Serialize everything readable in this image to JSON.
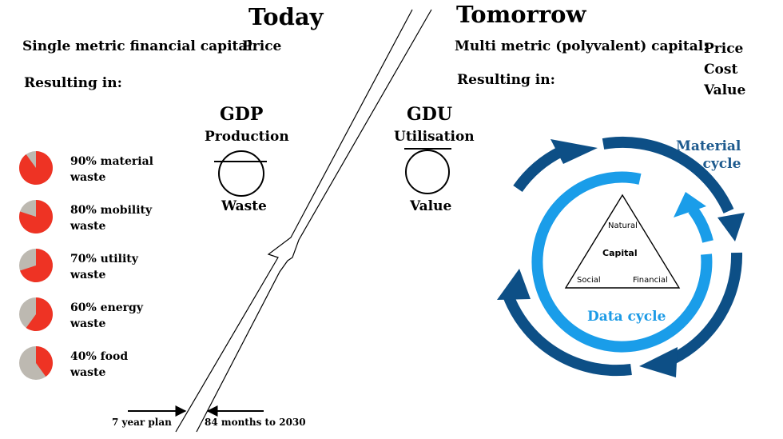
{
  "today": {
    "title": "Today",
    "metric_label": "Single metric financial capital:",
    "metric_value": "Price",
    "resulting": "Resulting in:",
    "gdp": {
      "title": "GDP",
      "top": "Production",
      "bottom": "Waste"
    },
    "wastes": [
      {
        "label": "90% material",
        "label2": "waste",
        "value": 90
      },
      {
        "label": "80% mobility",
        "label2": "waste",
        "value": 80
      },
      {
        "label": "70% utility",
        "label2": "waste",
        "value": 70
      },
      {
        "label": "60% energy",
        "label2": "waste",
        "value": 60
      },
      {
        "label": "40% food",
        "label2": "waste",
        "value": 40
      }
    ],
    "plan_label": "7 year plan",
    "months_label": "84 months to 2030"
  },
  "tomorrow": {
    "title": "Tomorrow",
    "metric_label": "Multi metric (polyvalent) capital:",
    "metric_values": [
      "Price",
      "Cost",
      "Value"
    ],
    "resulting": "Resulting in:",
    "gdu": {
      "title": "GDU",
      "top": "Utilisation",
      "bottom": "Value"
    },
    "cycle": {
      "material_line1": "Material",
      "material_line2": "cycle",
      "data": "Data cycle",
      "triangle": {
        "top": "Natural",
        "center": "Capital",
        "left": "Social",
        "right": "Financial"
      }
    }
  },
  "colors": {
    "waste_red": "#ee3324",
    "waste_grey": "#bdb9b1",
    "material_cycle": "#0d4f86",
    "data_cycle": "#1a9de9",
    "material_text": "#1d5a8e",
    "data_text": "#1d9be6"
  }
}
